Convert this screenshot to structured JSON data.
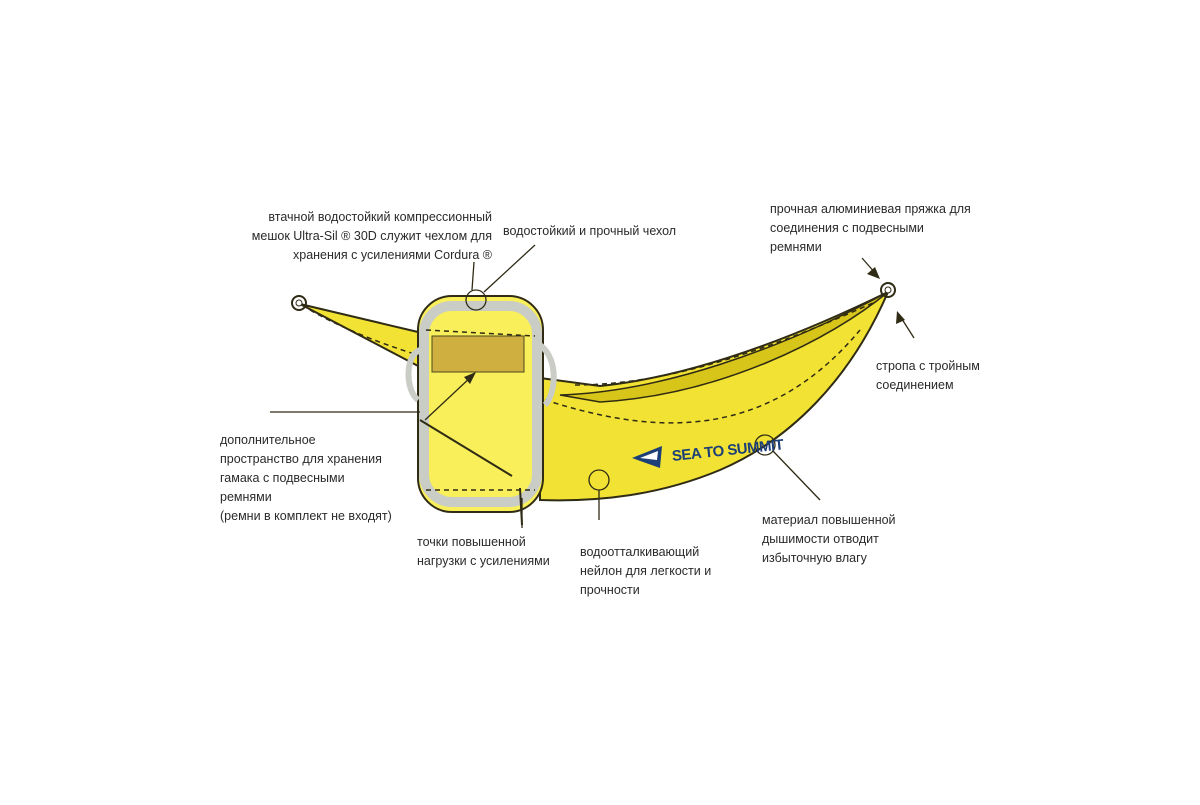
{
  "brand": {
    "logo_text": "SEA TO SUMMIT"
  },
  "colors": {
    "hammock": "#f2e233",
    "hammock_dark": "#d8c51a",
    "outline": "#2f2b14",
    "sack": "#f8ef5a",
    "strap": "#c9cdc5",
    "pocket": "#c7a53c",
    "logo": "#1d3f78"
  },
  "annotations": {
    "compression_sack": [
      "втачной водостойкий компрессионный",
      "мешок Ultra-Sil ® 30D служит чехлом для",
      "хранения с усилениями Cordura ®"
    ],
    "waterproof_cover": [
      "водостойкий и прочный чехол"
    ],
    "aluminum_buckle": [
      "прочная алюминиевая пряжка для",
      "соединения с подвесными",
      "ремнями"
    ],
    "triple_stitch": [
      "стропа с тройным",
      "соединением"
    ],
    "extra_storage": [
      "дополнительное",
      "пространство для хранения",
      "гамака с подвесными",
      "ремнями",
      "(ремни в комплект не входят)"
    ],
    "reinforced_points": [
      "точки повышенной",
      "нагрузки с усилениями"
    ],
    "water_repellent_nylon": [
      "водоотталкивающий",
      "нейлон для легкости и",
      "прочности"
    ],
    "breathable_material": [
      "материал повышенной",
      "дышимости отводит",
      "избыточную влагу"
    ]
  }
}
